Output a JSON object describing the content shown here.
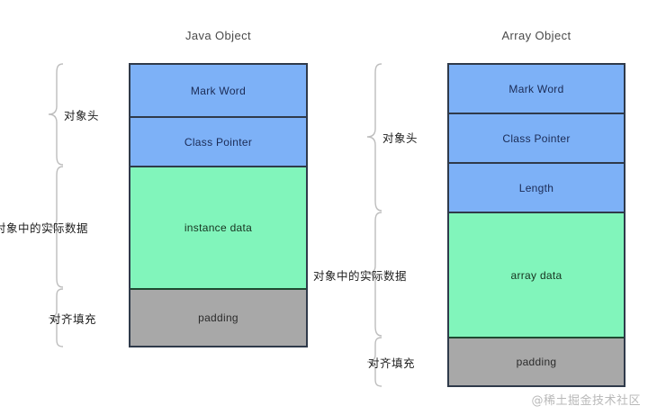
{
  "watermark": "@稀土掘金技术社区",
  "diagrams": [
    {
      "id": "java-object",
      "title": "Java Object",
      "rows": [
        {
          "label": "Mark Word",
          "kind": "header"
        },
        {
          "label": "Class Pointer",
          "kind": "header"
        },
        {
          "label": "instance data",
          "kind": "data"
        },
        {
          "label": "padding",
          "kind": "padding"
        }
      ],
      "annotations": [
        {
          "label": "对象头",
          "spans": [
            "Mark Word",
            "Class Pointer"
          ]
        },
        {
          "label": "对象中的实际数据",
          "spans": [
            "instance data"
          ]
        },
        {
          "label": "对齐填充",
          "spans": [
            "padding"
          ]
        }
      ]
    },
    {
      "id": "array-object",
      "title": "Array Object",
      "rows": [
        {
          "label": "Mark Word",
          "kind": "header"
        },
        {
          "label": "Class Pointer",
          "kind": "header"
        },
        {
          "label": "Length",
          "kind": "header"
        },
        {
          "label": "array data",
          "kind": "data"
        },
        {
          "label": "padding",
          "kind": "padding"
        }
      ],
      "annotations": [
        {
          "label": "对象头",
          "spans": [
            "Mark Word",
            "Class Pointer",
            "Length"
          ]
        },
        {
          "label": "对象中的实际数据",
          "spans": [
            "array data"
          ]
        },
        {
          "label": "对齐填充",
          "spans": [
            "padding"
          ]
        }
      ]
    }
  ],
  "colors": {
    "header_fill": "#7db1f7",
    "data_fill": "#81f5bb",
    "padding_fill": "#a8a8a8",
    "border": "#2f3a4a",
    "brace": "#bdbdbd",
    "title_text": "#4a4a4a",
    "annotation_text": "#1d1d1d",
    "watermark_text": "#b9b9b9",
    "background": "#ffffff"
  }
}
